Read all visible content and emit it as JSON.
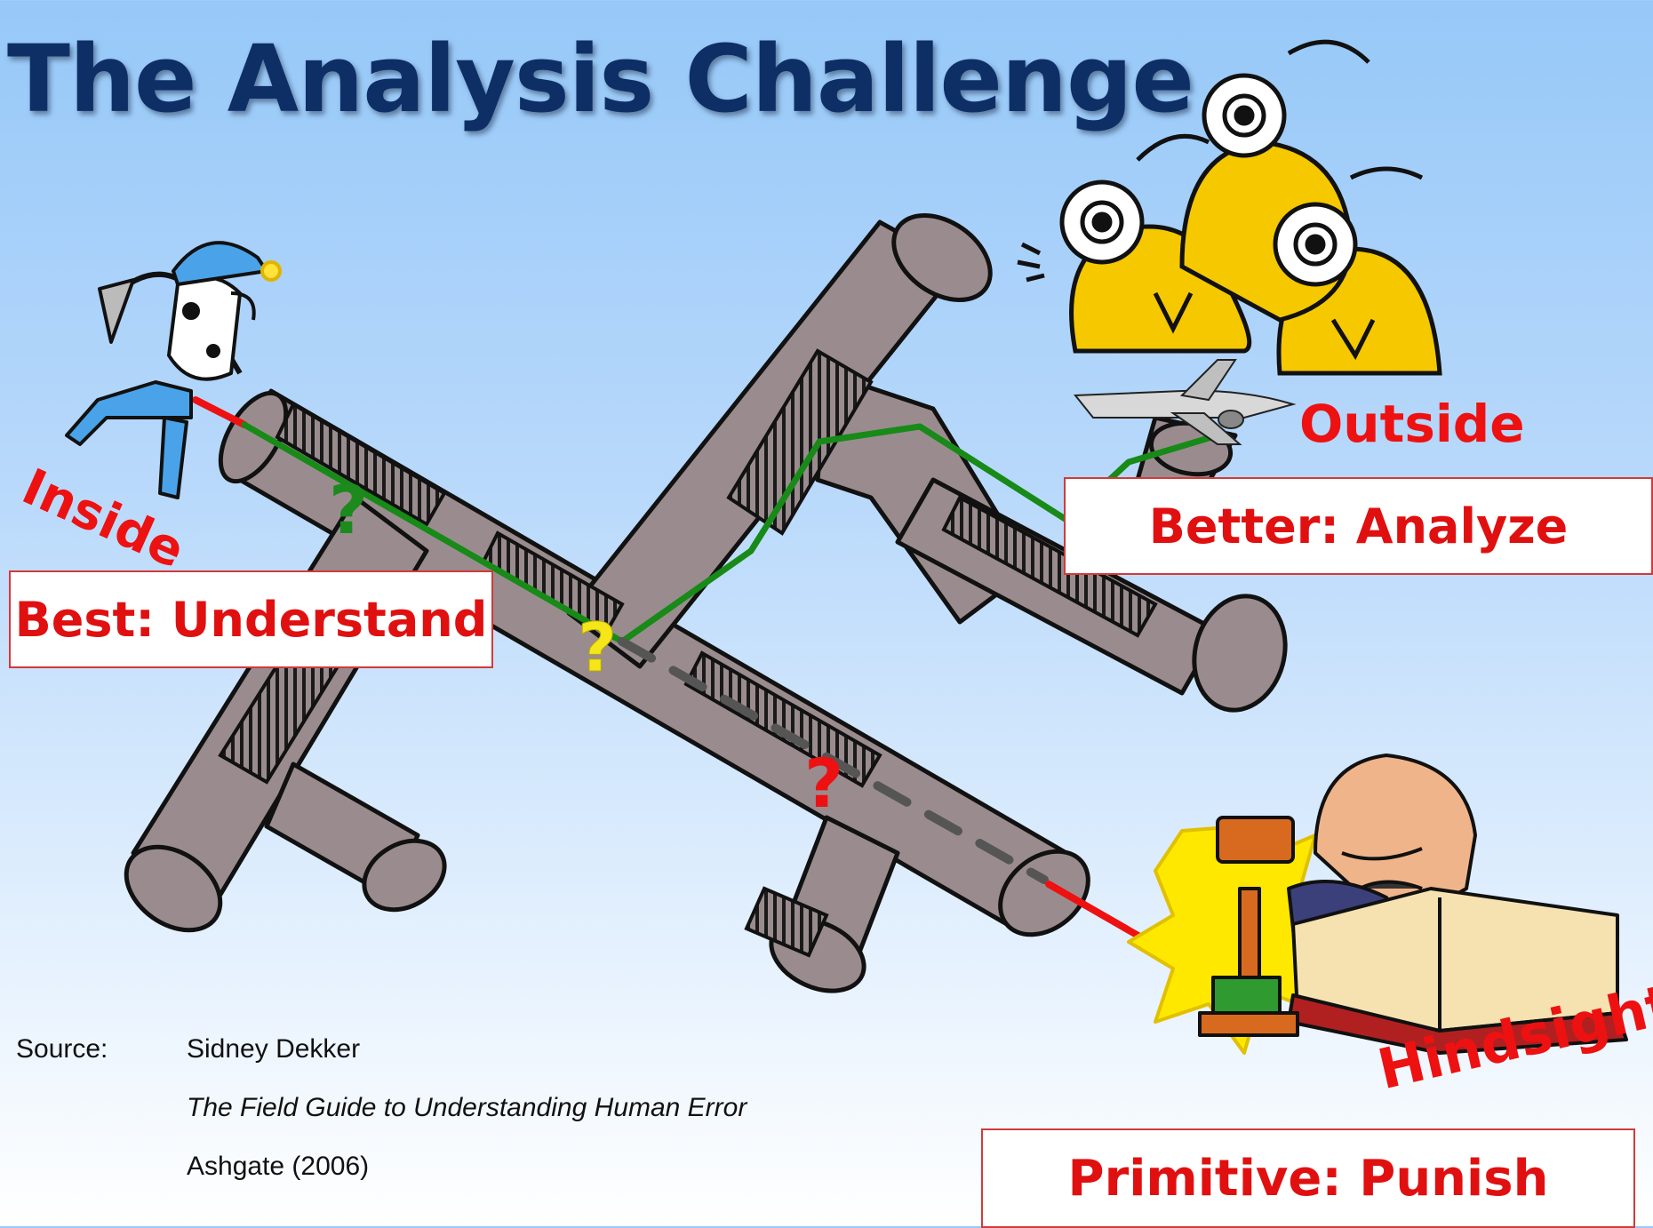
{
  "title": "The Analysis Challenge",
  "labels": {
    "inside": "Inside",
    "outside": "Outside",
    "hindsight": "Hindsight"
  },
  "boxes": {
    "best": "Best: Understand",
    "better": "Better: Analyze",
    "primitive": "Primitive: Punish"
  },
  "question_marks": [
    "?",
    "?",
    "?"
  ],
  "source": {
    "label": "Source:",
    "author": "Sidney Dekker",
    "book": "The Field Guide to Understanding Human Error",
    "publisher": "Ashgate (2006)"
  },
  "colors": {
    "title": "#0e2f66",
    "label_red": "#ee1111",
    "path_green": "#178a17",
    "path_red": "#ee1111",
    "pipe_fill": "#9a8c8e",
    "question_green": "#1c8a1c",
    "question_yellow": "#f5e61a",
    "question_red": "#ee1111"
  },
  "icons": [
    "miner-icon",
    "magnifier-investigators-icon",
    "airplane-icon",
    "judge-gavel-book-icon"
  ]
}
